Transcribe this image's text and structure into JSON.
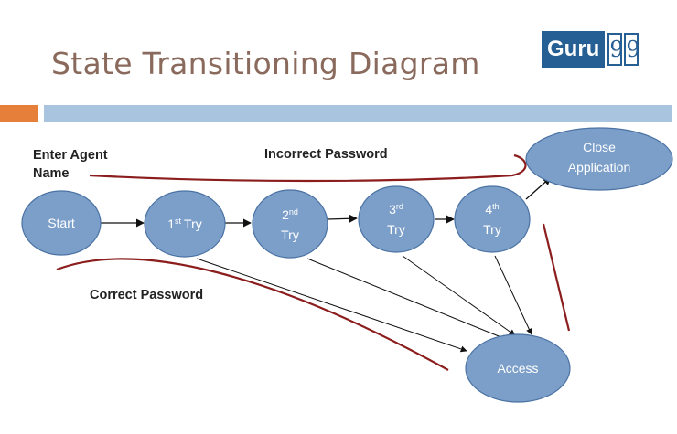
{
  "title": "State Transitioning Diagram",
  "logo": {
    "word": "Guru",
    "digits": [
      "9",
      "9"
    ]
  },
  "labels": {
    "enter_agent_line1": "Enter Agent",
    "enter_agent_line2": "Name",
    "incorrect_password": "Incorrect Password",
    "correct_password": "Correct Password"
  },
  "states": {
    "start": "Start",
    "try1": {
      "num": "1",
      "sup": "st",
      "word": "Try"
    },
    "try2": {
      "num": "2",
      "sup": "nd",
      "word": "Try"
    },
    "try3": {
      "num": "3",
      "sup": "rd",
      "word": "Try"
    },
    "try4": {
      "num": "4",
      "sup": "th",
      "word": "Try"
    },
    "close_line1": "Close",
    "close_line2": "Application",
    "access": "Access"
  },
  "colors": {
    "node_fill": "#7c9fc9",
    "node_stroke": "#4a72a3",
    "curve": "#8b1d1d",
    "title": "#8a6a5c",
    "accent_orange": "#e67f3a",
    "accent_blue": "#a9c4df",
    "logo_blue": "#255f93"
  }
}
